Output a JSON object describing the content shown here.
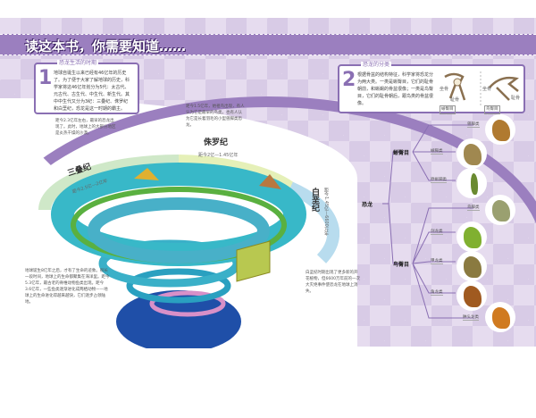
{
  "header": {
    "title": "读这本书，你需要知道……"
  },
  "section1": {
    "number": "1",
    "title": "恐龙生活的时期",
    "body": "地球自诞生以来已经有46亿年的历史了。为了便于大家了解地球的历史，科学家将这46亿年划分为5代：太古代、元古代、古生代、中生代、新生代。其中中生代又分为3纪：三叠纪、侏罗纪和白垩纪，恐龙是这一时期的霸主。"
  },
  "eras": [
    {
      "name": "三叠纪",
      "range": "距今2.5亿—2亿年",
      "note": "距今2.3亿年左右，最早的恐龙出现了。此时，地球上的大部分地区是炎热干燥的沙漠。"
    },
    {
      "name": "侏罗纪",
      "range": "距今2亿—1.45亿年",
      "note": "距今1.5亿年，始祖鸟出现，有人认为它是最早的鸟类，也有人认为它是长着羽毛的小型兽脚类恐龙。"
    },
    {
      "name": "白垩纪",
      "range": "距今1.45亿—6600万年",
      "note": "白垩纪时期出现了更多新的开花植物，但6600万年前的一次大灭绝事件使恐龙在地球上消失。"
    }
  ],
  "earth_note": "地球诞生8亿年之后，才有了生命的迹象。很长一段时间，地球上的生命都聚集在海洋里。距今5.3亿年，最古老的脊椎动物鱼类出现。距今3.6亿年，一些鱼类逐渐进化成两栖动物——地球上的生命进化得越来越快，它们逐步占领陆地。",
  "section2": {
    "number": "2",
    "title": "恐龙的分类",
    "body": "根据骨盆的结构特征，科学家将恐龙分为两大类。一类是蜥臀目，它们的耻骨朝前，和蜥蜴的骨盆很像；一类是鸟臀目，它们的耻骨朝后，跟鸟类的骨盆很像。",
    "captions": [
      "蜥臀目",
      "鸟臀目"
    ],
    "bone_labels": [
      "坐骨",
      "耻骨",
      "坐骨",
      "耻骨"
    ]
  },
  "tree": {
    "root": "恐龙",
    "groups": [
      {
        "name": "蜥臀目",
        "members": [
          "兽脚类",
          "蜥脚类",
          "原蜥脚类"
        ]
      },
      {
        "name": "鸟臀目",
        "members": [
          "鸟脚类",
          "剑龙类",
          "甲龙类",
          "角龙类",
          "肿头龙类"
        ]
      }
    ]
  }
}
